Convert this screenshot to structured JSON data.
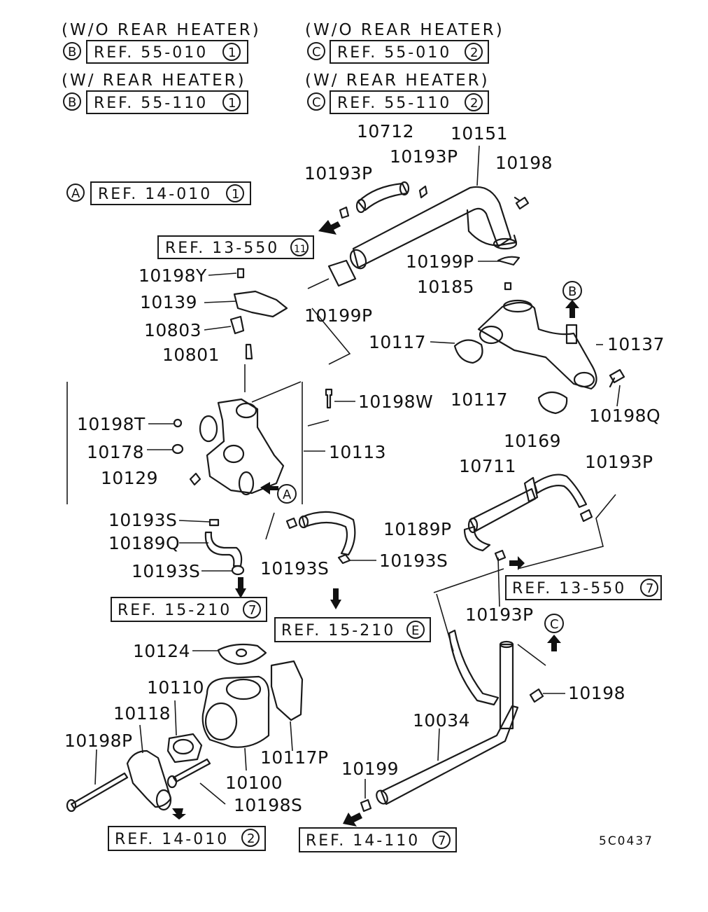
{
  "header": {
    "b_wo_title": "(W/O REAR HEATER)",
    "b_wo_ref": "REF. 55-010",
    "b_wo_num": "1",
    "c_wo_title": "(W/O REAR HEATER)",
    "c_wo_ref": "REF. 55-010",
    "c_wo_num": "2",
    "b_w_title": "(W/ REAR HEATER)",
    "b_w_ref": "REF. 55-110",
    "b_w_num": "1",
    "c_w_title": "(W/ REAR HEATER)",
    "c_w_ref": "REF. 55-110",
    "c_w_num": "2",
    "letter_b": "B",
    "letter_c": "C"
  },
  "refs": {
    "a_letter": "A",
    "a_ref": "REF. 14-010",
    "a_num": "1",
    "r13_550_1": "REF. 13-550",
    "r13_550_1_num": "11",
    "r15_210_7": "REF. 15-210",
    "r15_210_7_num": "7",
    "r15_210_e": "REF. 15-210",
    "r15_210_e_num": "E",
    "r13_550_7": "REF. 13-550",
    "r13_550_7_num": "7",
    "r14_010_2": "REF. 14-010",
    "r14_010_2_num": "2",
    "r14_110_7": "REF. 14-110",
    "r14_110_7_num": "7",
    "marker_a": "A",
    "marker_b": "B",
    "marker_c": "C"
  },
  "labels": {
    "p10712": "10712",
    "p10151": "10151",
    "p10193P_top": "10193P",
    "p10198_top": "10198",
    "p10193P_left": "10193P",
    "p10198Y": "10198Y",
    "p10199P_r": "10199P",
    "p10185": "10185",
    "p10139": "10139",
    "p10803": "10803",
    "p10199P_m": "10199P",
    "p10801": "10801",
    "p10117_a": "10117",
    "p10137": "10137",
    "p10198W": "10198W",
    "p10117_b": "10117",
    "p10198Q": "10198Q",
    "p10198T": "10198T",
    "p10178": "10178",
    "p10113": "10113",
    "p10129": "10129",
    "p10169": "10169",
    "p10711": "10711",
    "p10193P_r": "10193P",
    "p10193S_1": "10193S",
    "p10189Q": "10189Q",
    "p10189P": "10189P",
    "p10193S_2": "10193S",
    "p10193S_3": "10193S",
    "p10193S_4": "10193S",
    "p10193P_low": "10193P",
    "p10124": "10124",
    "p10110": "10110",
    "p10118": "10118",
    "p10198P": "10198P",
    "p10117P": "10117P",
    "p10100": "10100",
    "p10198S": "10198S",
    "p10034": "10034",
    "p10198_low": "10198",
    "p10199": "10199"
  },
  "diagram_code": "5C0437"
}
